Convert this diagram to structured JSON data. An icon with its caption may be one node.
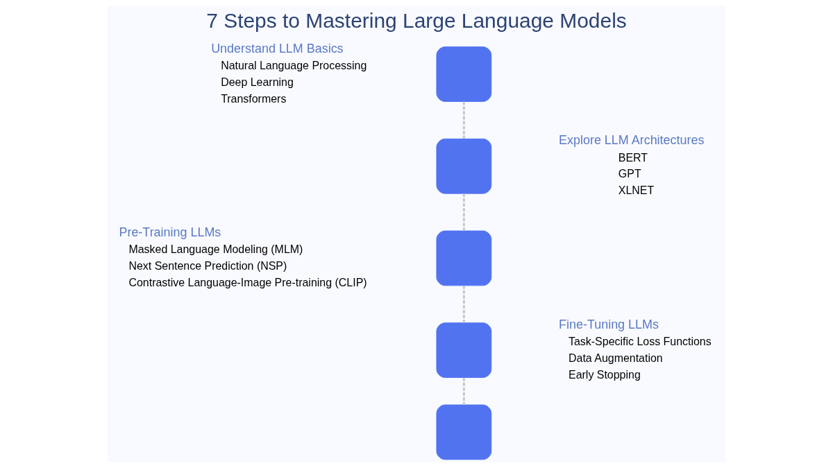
{
  "diagram": {
    "title": "7 Steps to Mastering Large Language Models",
    "nodes": [
      {
        "text": [],
        "shape": "box",
        "beside": [
          "Understand LLM Basics",
          "Natural Language Processing",
          "Deep Learning",
          "Transformers"
        ]
      },
      {
        "text": [],
        "shape": "box",
        "beside": [
          "Explore LLM Architectures",
          "BERT",
          "GPT",
          "XLNET"
        ]
      },
      {
        "text": [],
        "shape": "box",
        "beside": [
          "Pre-Training LLMs",
          "Masked Language Modeling (MLM)",
          "Next Sentence Prediction (NSP)",
          "Contrastive Language-Image Pre-training (CLIP)"
        ]
      },
      {
        "text": [],
        "shape": "box",
        "beside": [
          "Fine-Tuning LLMs",
          "Task-Specific Loss Functions",
          "Data Augmentation",
          "Early Stopping"
        ]
      },
      {
        "text": [],
        "shape": "box"
      }
    ],
    "edges": [
      {
        "from": 0,
        "to": 1,
        "arrow": "none",
        "style": "dashed"
      },
      {
        "from": 1,
        "to": 2,
        "arrow": "none",
        "style": "dashed"
      },
      {
        "from": 2,
        "to": 3,
        "arrow": "none",
        "style": "dashed"
      },
      {
        "from": 3,
        "to": 4,
        "arrow": "none",
        "style": "dashed"
      }
    ]
  }
}
